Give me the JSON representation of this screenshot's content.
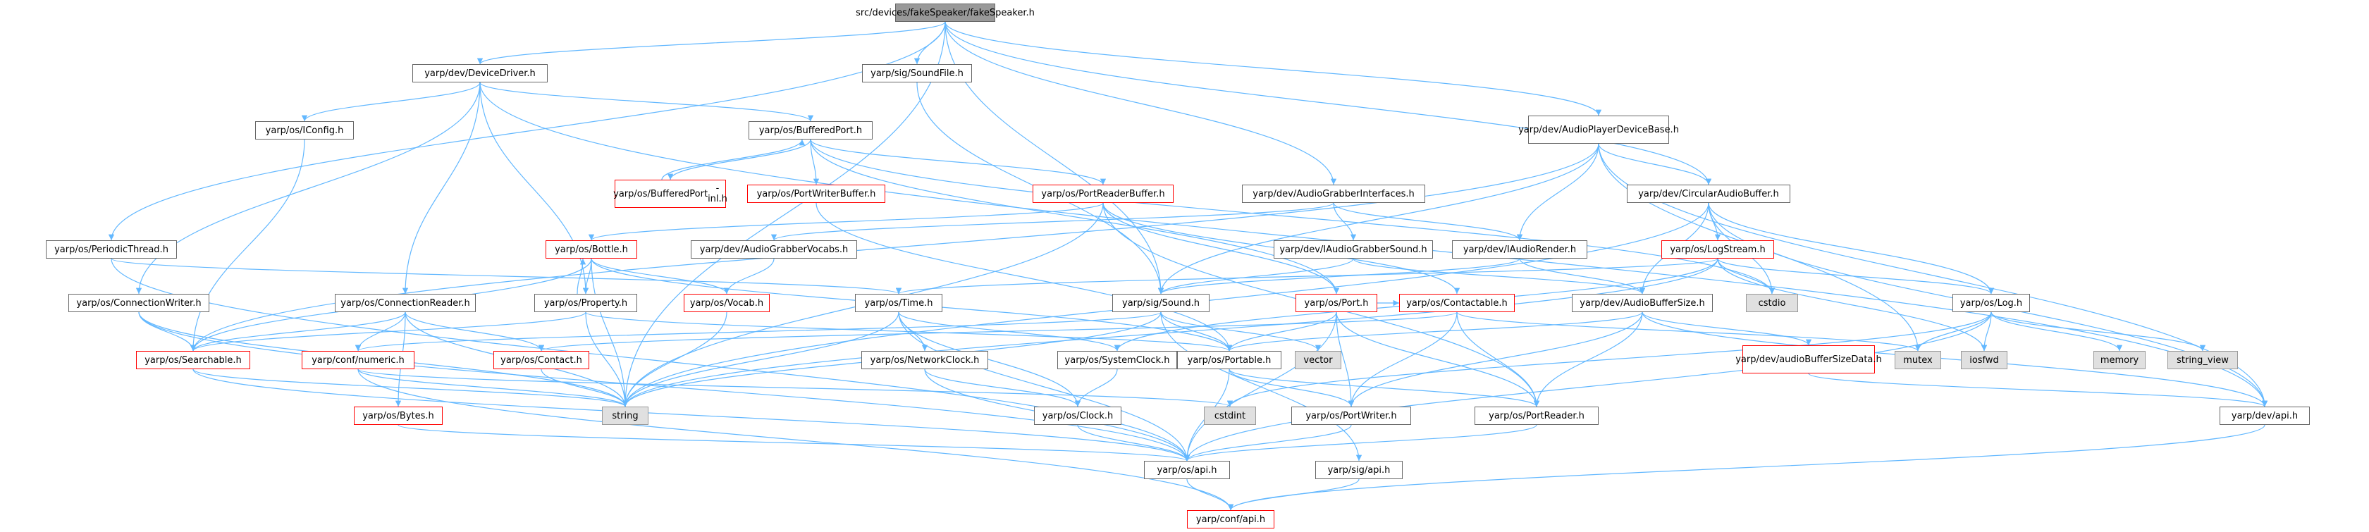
{
  "graph": {
    "root": "src/devices/fakeSpeaker/fakeSpeaker.h",
    "colors": {
      "edge": "#63b8ff",
      "red_border": "#ff0000",
      "node_border": "#666666",
      "root_fill": "#999999",
      "system_fill": "#e0e0e0"
    },
    "nodes": [
      {
        "id": "root",
        "label": "src/devices/fakeSpeaker\n/fakeSpeaker.h",
        "kind": "root"
      },
      {
        "id": "devicedriver",
        "label": "yarp/dev/DeviceDriver.h",
        "kind": "normal"
      },
      {
        "id": "soundfile",
        "label": "yarp/sig/SoundFile.h",
        "kind": "normal"
      },
      {
        "id": "audioplayer",
        "label": "yarp/dev/AudioPlayerDevice\nBase.h",
        "kind": "normal"
      },
      {
        "id": "iconfig",
        "label": "yarp/os/IConfig.h",
        "kind": "normal"
      },
      {
        "id": "bufferedport",
        "label": "yarp/os/BufferedPort.h",
        "kind": "normal"
      },
      {
        "id": "bufferedportinl",
        "label": "yarp/os/BufferedPort\n-inl.h",
        "kind": "red"
      },
      {
        "id": "portwriterbuffer",
        "label": "yarp/os/PortWriterBuffer.h",
        "kind": "red"
      },
      {
        "id": "portreaderbuffer",
        "label": "yarp/os/PortReaderBuffer.h",
        "kind": "red"
      },
      {
        "id": "audiograbberinterfaces",
        "label": "yarp/dev/AudioGrabberInterfaces.h",
        "kind": "normal"
      },
      {
        "id": "circularaudiobuffer",
        "label": "yarp/dev/CircularAudioBuffer.h",
        "kind": "normal"
      },
      {
        "id": "periodicthread",
        "label": "yarp/os/PeriodicThread.h",
        "kind": "normal"
      },
      {
        "id": "bottle",
        "label": "yarp/os/Bottle.h",
        "kind": "red"
      },
      {
        "id": "audiograbbervocabs",
        "label": "yarp/dev/AudioGrabberVocabs.h",
        "kind": "normal"
      },
      {
        "id": "iaudiograbbersound",
        "label": "yarp/dev/IAudioGrabberSound.h",
        "kind": "normal"
      },
      {
        "id": "iaudiorender",
        "label": "yarp/dev/IAudioRender.h",
        "kind": "normal"
      },
      {
        "id": "logstream",
        "label": "yarp/os/LogStream.h",
        "kind": "red"
      },
      {
        "id": "connectionwriter",
        "label": "yarp/os/ConnectionWriter.h",
        "kind": "normal"
      },
      {
        "id": "connectionreader",
        "label": "yarp/os/ConnectionReader.h",
        "kind": "normal"
      },
      {
        "id": "property",
        "label": "yarp/os/Property.h",
        "kind": "normal"
      },
      {
        "id": "vocab",
        "label": "yarp/os/Vocab.h",
        "kind": "red"
      },
      {
        "id": "time",
        "label": "yarp/os/Time.h",
        "kind": "normal"
      },
      {
        "id": "sound",
        "label": "yarp/sig/Sound.h",
        "kind": "normal"
      },
      {
        "id": "port",
        "label": "yarp/os/Port.h",
        "kind": "red"
      },
      {
        "id": "contactable",
        "label": "yarp/os/Contactable.h",
        "kind": "red"
      },
      {
        "id": "cstdio",
        "label": "cstdio",
        "kind": "system"
      },
      {
        "id": "audiobuffersize",
        "label": "yarp/dev/AudioBufferSize.h",
        "kind": "normal"
      },
      {
        "id": "log",
        "label": "yarp/os/Log.h",
        "kind": "normal"
      },
      {
        "id": "searchable",
        "label": "yarp/os/Searchable.h",
        "kind": "red"
      },
      {
        "id": "numeric",
        "label": "yarp/conf/numeric.h",
        "kind": "red"
      },
      {
        "id": "contact",
        "label": "yarp/os/Contact.h",
        "kind": "red"
      },
      {
        "id": "networkclock",
        "label": "yarp/os/NetworkClock.h",
        "kind": "normal"
      },
      {
        "id": "systemclock",
        "label": "yarp/os/SystemClock.h",
        "kind": "normal"
      },
      {
        "id": "portable",
        "label": "yarp/os/Portable.h",
        "kind": "normal"
      },
      {
        "id": "vector",
        "label": "vector",
        "kind": "system"
      },
      {
        "id": "audiobuffersizedata",
        "label": "yarp/dev/audioBufferSize\nData.h",
        "kind": "red"
      },
      {
        "id": "mutex",
        "label": "mutex",
        "kind": "system"
      },
      {
        "id": "iosfwd",
        "label": "iosfwd",
        "kind": "system"
      },
      {
        "id": "memory",
        "label": "memory",
        "kind": "system"
      },
      {
        "id": "string_view",
        "label": "string_view",
        "kind": "system"
      },
      {
        "id": "string",
        "label": "string",
        "kind": "system"
      },
      {
        "id": "bytes",
        "label": "yarp/os/Bytes.h",
        "kind": "red"
      },
      {
        "id": "cstdint",
        "label": "cstdint",
        "kind": "system"
      },
      {
        "id": "clock",
        "label": "yarp/os/Clock.h",
        "kind": "normal"
      },
      {
        "id": "portwriter",
        "label": "yarp/os/PortWriter.h",
        "kind": "normal"
      },
      {
        "id": "portreader",
        "label": "yarp/os/PortReader.h",
        "kind": "normal"
      },
      {
        "id": "devapi",
        "label": "yarp/dev/api.h",
        "kind": "normal"
      },
      {
        "id": "osapi",
        "label": "yarp/os/api.h",
        "kind": "normal"
      },
      {
        "id": "sigapi",
        "label": "yarp/sig/api.h",
        "kind": "normal"
      },
      {
        "id": "confapi",
        "label": "yarp/conf/api.h",
        "kind": "red"
      }
    ],
    "edges": [
      [
        "root",
        "devicedriver"
      ],
      [
        "root",
        "soundfile"
      ],
      [
        "root",
        "audioplayer"
      ],
      [
        "root",
        "periodicthread"
      ],
      [
        "root",
        "audiograbberinterfaces"
      ],
      [
        "root",
        "circularaudiobuffer"
      ],
      [
        "root",
        "sound"
      ],
      [
        "root",
        "string"
      ],
      [
        "devicedriver",
        "iconfig"
      ],
      [
        "devicedriver",
        "bufferedport"
      ],
      [
        "devicedriver",
        "connectionwriter"
      ],
      [
        "devicedriver",
        "connectionreader"
      ],
      [
        "devicedriver",
        "property"
      ],
      [
        "devicedriver",
        "devapi"
      ],
      [
        "soundfile",
        "sound"
      ],
      [
        "audioplayer",
        "circularaudiobuffer"
      ],
      [
        "audioplayer",
        "iaudiorender"
      ],
      [
        "audioplayer",
        "searchable"
      ],
      [
        "audioplayer",
        "mutex"
      ],
      [
        "audioplayer",
        "devapi"
      ],
      [
        "audioplayer",
        "sound"
      ],
      [
        "iconfig",
        "searchable"
      ],
      [
        "bufferedport",
        "bufferedportinl"
      ],
      [
        "bufferedport",
        "portwriterbuffer"
      ],
      [
        "bufferedport",
        "portreaderbuffer"
      ],
      [
        "bufferedport",
        "port"
      ],
      [
        "bufferedport",
        "cstdio"
      ],
      [
        "bufferedportinl",
        "bufferedport"
      ],
      [
        "portwriterbuffer",
        "portable"
      ],
      [
        "portreaderbuffer",
        "bottle"
      ],
      [
        "portreaderbuffer",
        "contactable"
      ],
      [
        "portreaderbuffer",
        "portreader"
      ],
      [
        "portreaderbuffer",
        "port"
      ],
      [
        "portreaderbuffer",
        "string"
      ],
      [
        "audiograbberinterfaces",
        "audiograbbervocabs"
      ],
      [
        "audiograbberinterfaces",
        "iaudiograbbersound"
      ],
      [
        "audiograbberinterfaces",
        "iaudiorender"
      ],
      [
        "circularaudiobuffer",
        "logstream"
      ],
      [
        "circularaudiobuffer",
        "log"
      ],
      [
        "circularaudiobuffer",
        "audiobuffersize"
      ],
      [
        "circularaudiobuffer",
        "cstdio"
      ],
      [
        "circularaudiobuffer",
        "devapi"
      ],
      [
        "circularaudiobuffer",
        "string"
      ],
      [
        "periodicthread",
        "time"
      ],
      [
        "periodicthread",
        "osapi"
      ],
      [
        "bottle",
        "searchable"
      ],
      [
        "bottle",
        "vocab"
      ],
      [
        "bottle",
        "portable"
      ],
      [
        "bottle",
        "property"
      ],
      [
        "bottle",
        "string"
      ],
      [
        "audiograbbervocabs",
        "vocab"
      ],
      [
        "iaudiograbbersound",
        "sound"
      ],
      [
        "iaudiograbbersound",
        "audiobuffersize"
      ],
      [
        "iaudiorender",
        "sound"
      ],
      [
        "iaudiorender",
        "audiobuffersize"
      ],
      [
        "logstream",
        "log"
      ],
      [
        "logstream",
        "time"
      ],
      [
        "logstream",
        "systemclock"
      ],
      [
        "logstream",
        "cstdio"
      ],
      [
        "logstream",
        "iosfwd"
      ],
      [
        "logstream",
        "string"
      ],
      [
        "connectionwriter",
        "searchable"
      ],
      [
        "connectionwriter",
        "string"
      ],
      [
        "connectionwriter",
        "osapi"
      ],
      [
        "connectionreader",
        "searchable"
      ],
      [
        "connectionreader",
        "numeric"
      ],
      [
        "connectionreader",
        "contact"
      ],
      [
        "connectionreader",
        "bytes"
      ],
      [
        "connectionreader",
        "string"
      ],
      [
        "property",
        "bottle"
      ],
      [
        "property",
        "searchable"
      ],
      [
        "property",
        "portable"
      ],
      [
        "property",
        "string"
      ],
      [
        "vocab",
        "string"
      ],
      [
        "time",
        "networkclock"
      ],
      [
        "time",
        "systemclock"
      ],
      [
        "time",
        "clock"
      ],
      [
        "time",
        "string"
      ],
      [
        "time",
        "osapi"
      ],
      [
        "sound",
        "portable"
      ],
      [
        "sound",
        "vector"
      ],
      [
        "sound",
        "numeric"
      ],
      [
        "sound",
        "string"
      ],
      [
        "sound",
        "sigapi"
      ],
      [
        "port",
        "portable"
      ],
      [
        "port",
        "portwriter"
      ],
      [
        "port",
        "portreader"
      ],
      [
        "port",
        "contactable"
      ],
      [
        "port",
        "osapi"
      ],
      [
        "contactable",
        "contact"
      ],
      [
        "contactable",
        "portreader"
      ],
      [
        "contactable",
        "portwriter"
      ],
      [
        "contactable",
        "mutex"
      ],
      [
        "audiobuffersize",
        "audiobuffersizedata"
      ],
      [
        "audiobuffersize",
        "portable"
      ],
      [
        "audiobuffersize",
        "portwriter"
      ],
      [
        "audiobuffersize",
        "portreader"
      ],
      [
        "audiobuffersize",
        "devapi"
      ],
      [
        "log",
        "mutex"
      ],
      [
        "log",
        "iosfwd"
      ],
      [
        "log",
        "memory"
      ],
      [
        "log",
        "string_view"
      ],
      [
        "log",
        "cstdint"
      ],
      [
        "log",
        "osapi"
      ],
      [
        "searchable",
        "string"
      ],
      [
        "searchable",
        "osapi"
      ],
      [
        "numeric",
        "cstdint"
      ],
      [
        "numeric",
        "string"
      ],
      [
        "numeric",
        "confapi"
      ],
      [
        "contact",
        "string"
      ],
      [
        "networkclock",
        "clock"
      ],
      [
        "networkclock",
        "osapi"
      ],
      [
        "systemclock",
        "clock"
      ],
      [
        "portable",
        "portwriter"
      ],
      [
        "portable",
        "portreader"
      ],
      [
        "portable",
        "osapi"
      ],
      [
        "audiobuffersizedata",
        "devapi"
      ],
      [
        "bytes",
        "osapi"
      ],
      [
        "clock",
        "osapi"
      ],
      [
        "portwriter",
        "osapi"
      ],
      [
        "portreader",
        "osapi"
      ],
      [
        "devapi",
        "confapi"
      ],
      [
        "osapi",
        "confapi"
      ],
      [
        "sigapi",
        "confapi"
      ]
    ]
  }
}
